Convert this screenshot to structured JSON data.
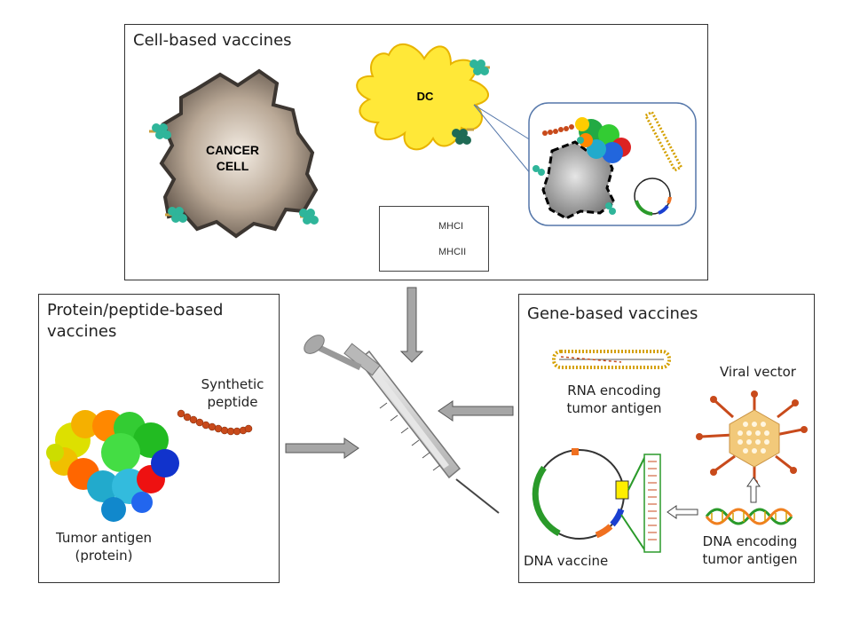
{
  "panels": {
    "cell": {
      "title": "Cell-based vaccines",
      "cancer_cell": "CANCER\nCELL",
      "dc": "DC"
    },
    "legend": {
      "mhc1": "MHCI",
      "mhc2": "MHCII"
    },
    "protein": {
      "title": "Protein/peptide-based\nvaccines",
      "synthetic_peptide": "Synthetic\npeptide",
      "tumor_antigen": "Tumor antigen\n(protein)"
    },
    "gene": {
      "title": "Gene-based vaccines",
      "rna": "RNA encoding\ntumor antigen",
      "viral_vector": "Viral vector",
      "dna_vaccine": "DNA vaccine",
      "dna_encoding": "DNA encoding\ntumor antigen"
    }
  },
  "colors": {
    "dc": "#ffe838",
    "mhc1": "#2fb59a",
    "mhc2": "#1f6b55",
    "peptide": "#c84a1b",
    "arrow": "#a6a6a6"
  }
}
